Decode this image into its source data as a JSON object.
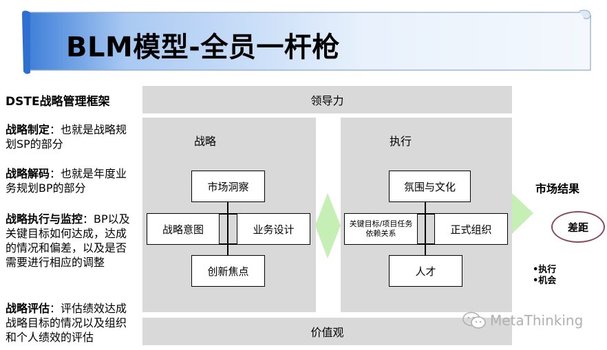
{
  "title": "BLM模型-全员一杆枪",
  "left": {
    "heading": "DSTE战略管理框架",
    "items": [
      {
        "term": "战略制定",
        "desc": "：也就是战略规划SP的部分"
      },
      {
        "term": "战略解码",
        "desc": "：也就是年度业务规划BP的部分"
      },
      {
        "term": "战略执行与监控",
        "desc": "：BP以及关键目标如何达成，达成的情况和偏差，以及是否需要进行相应的调整"
      },
      {
        "term": "战略评估",
        "desc": "：评估绩效达成战略目标的情况以及组织和个人绩效的评估"
      }
    ]
  },
  "diagram": {
    "top_bar": "领导力",
    "bottom_bar": "价值观",
    "strategy": {
      "label": "战略",
      "top": "市场洞察",
      "left": "战略意图",
      "right": "业务设计",
      "bottom": "创新焦点"
    },
    "execution": {
      "label": "执行",
      "top": "氛围与文化",
      "left": "关键目标/项目任务依赖关系",
      "right": "正式组织",
      "bottom": "人才"
    },
    "result_label": "市场结果",
    "gap": "差距",
    "bullets": [
      "•执行",
      "•机会"
    ]
  },
  "colors": {
    "bar_gray": "#d9d9d9",
    "arrow_green": "#c6efb5",
    "banner_blue": "#3b7dd8",
    "gap_border": "#8b4a5c"
  },
  "watermark": "MetaThinking"
}
